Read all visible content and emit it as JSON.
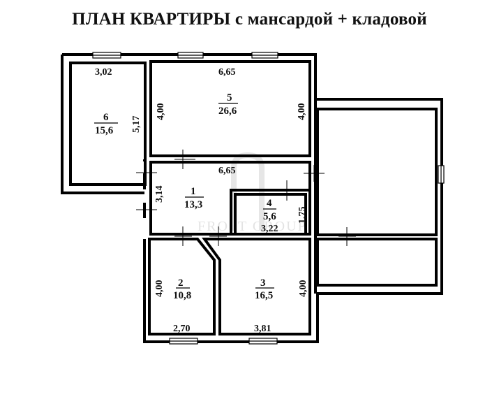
{
  "title": "ПЛАН КВАРТИРЫ с мансардой + кладовой",
  "watermark": "FROST GROUP",
  "rooms": [
    {
      "number": "1",
      "area": "13,3",
      "dims": [
        "6,65",
        "3,14"
      ]
    },
    {
      "number": "2",
      "area": "10,8",
      "dims": [
        "2,70",
        "4,00"
      ]
    },
    {
      "number": "3",
      "area": "16,5",
      "dims": [
        "3,81",
        "4,00"
      ]
    },
    {
      "number": "4",
      "area": "5,6",
      "dims": [
        "3,22",
        "1,75"
      ]
    },
    {
      "number": "5",
      "area": "26,6",
      "dims": [
        "6,65",
        "4,00",
        "4,00"
      ]
    },
    {
      "number": "6",
      "area": "15,6",
      "dims": [
        "3,02",
        "5,17"
      ]
    }
  ],
  "colors": {
    "wall": "#000000",
    "background": "#ffffff",
    "watermark": "#e3e3e3"
  }
}
